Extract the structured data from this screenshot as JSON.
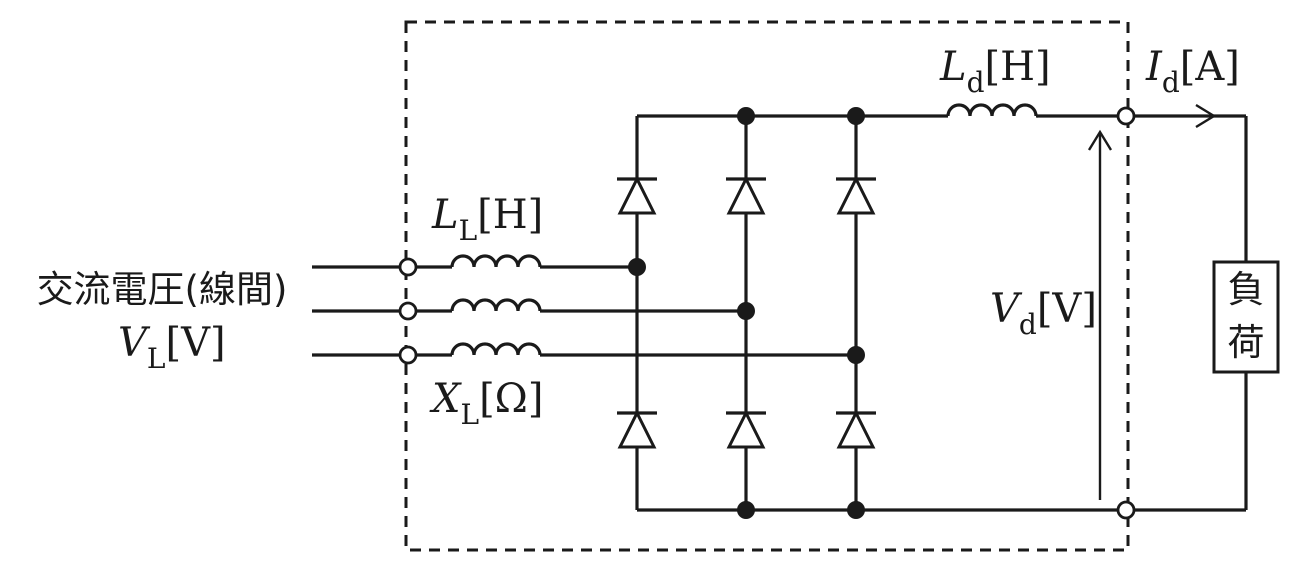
{
  "diagram": {
    "source": {
      "line1": "交流電圧(線間)",
      "symbol": "V",
      "subscript": "L",
      "unit": "[V]"
    },
    "line_inductance": {
      "symbol": "L",
      "subscript": "L",
      "unit": "[H]"
    },
    "line_reactance": {
      "symbol": "X",
      "subscript": "L",
      "unit": "[Ω]"
    },
    "dc_inductance": {
      "symbol": "L",
      "subscript": "d",
      "unit": "[H]"
    },
    "dc_current": {
      "symbol": "I",
      "subscript": "d",
      "unit": "[A]"
    },
    "dc_voltage": {
      "symbol": "V",
      "subscript": "d",
      "unit": "[V]"
    },
    "load": {
      "char1": "負",
      "char2": "荷"
    }
  }
}
